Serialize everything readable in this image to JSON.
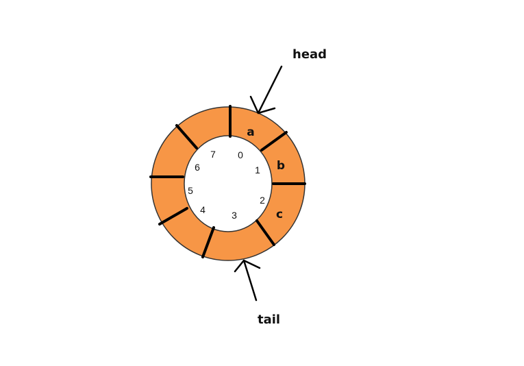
{
  "ring": {
    "fill_color": "#F79646",
    "outline_color": "#333333",
    "divider_color": "#000000"
  },
  "slot_indices": [
    "0",
    "1",
    "2",
    "3",
    "4",
    "5",
    "6",
    "7"
  ],
  "elements": {
    "a": "a",
    "b": "b",
    "c": "c"
  },
  "pointers": {
    "head": "head",
    "tail": "tail"
  }
}
